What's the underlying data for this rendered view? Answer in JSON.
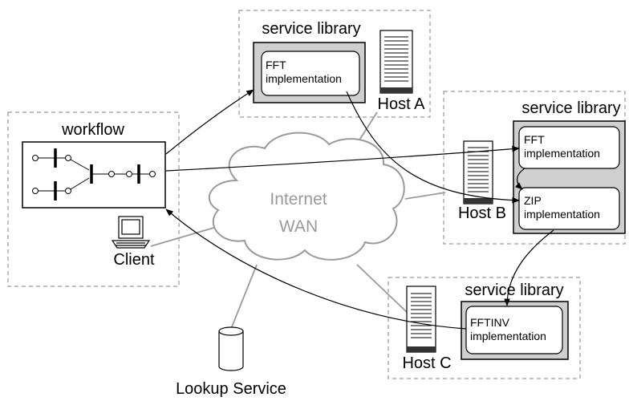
{
  "workflow": {
    "label": "workflow"
  },
  "client": {
    "label": "Client"
  },
  "internet": {
    "line1": "Internet",
    "line2": "WAN"
  },
  "lookup": {
    "label": "Lookup Service"
  },
  "host_a": {
    "host_label": "Host A",
    "library_label": "service library",
    "services": [
      {
        "name": "FFT",
        "kind": "implementation"
      }
    ]
  },
  "host_b": {
    "host_label": "Host B",
    "library_label": "service library",
    "services": [
      {
        "name": "FFT",
        "kind": "implementation"
      },
      {
        "name": "ZIP",
        "kind": "implementation"
      }
    ]
  },
  "host_c": {
    "host_label": "Host C",
    "library_label": "service library",
    "services": [
      {
        "name": "FFTINV",
        "kind": "implementation"
      }
    ]
  },
  "colors": {
    "library_fill": "#cfcfcf",
    "dashed_border": "#9a9a9a",
    "link_line": "#9a9a9a",
    "arrow": "#000000",
    "cloud_text": "#9a9a9a"
  }
}
